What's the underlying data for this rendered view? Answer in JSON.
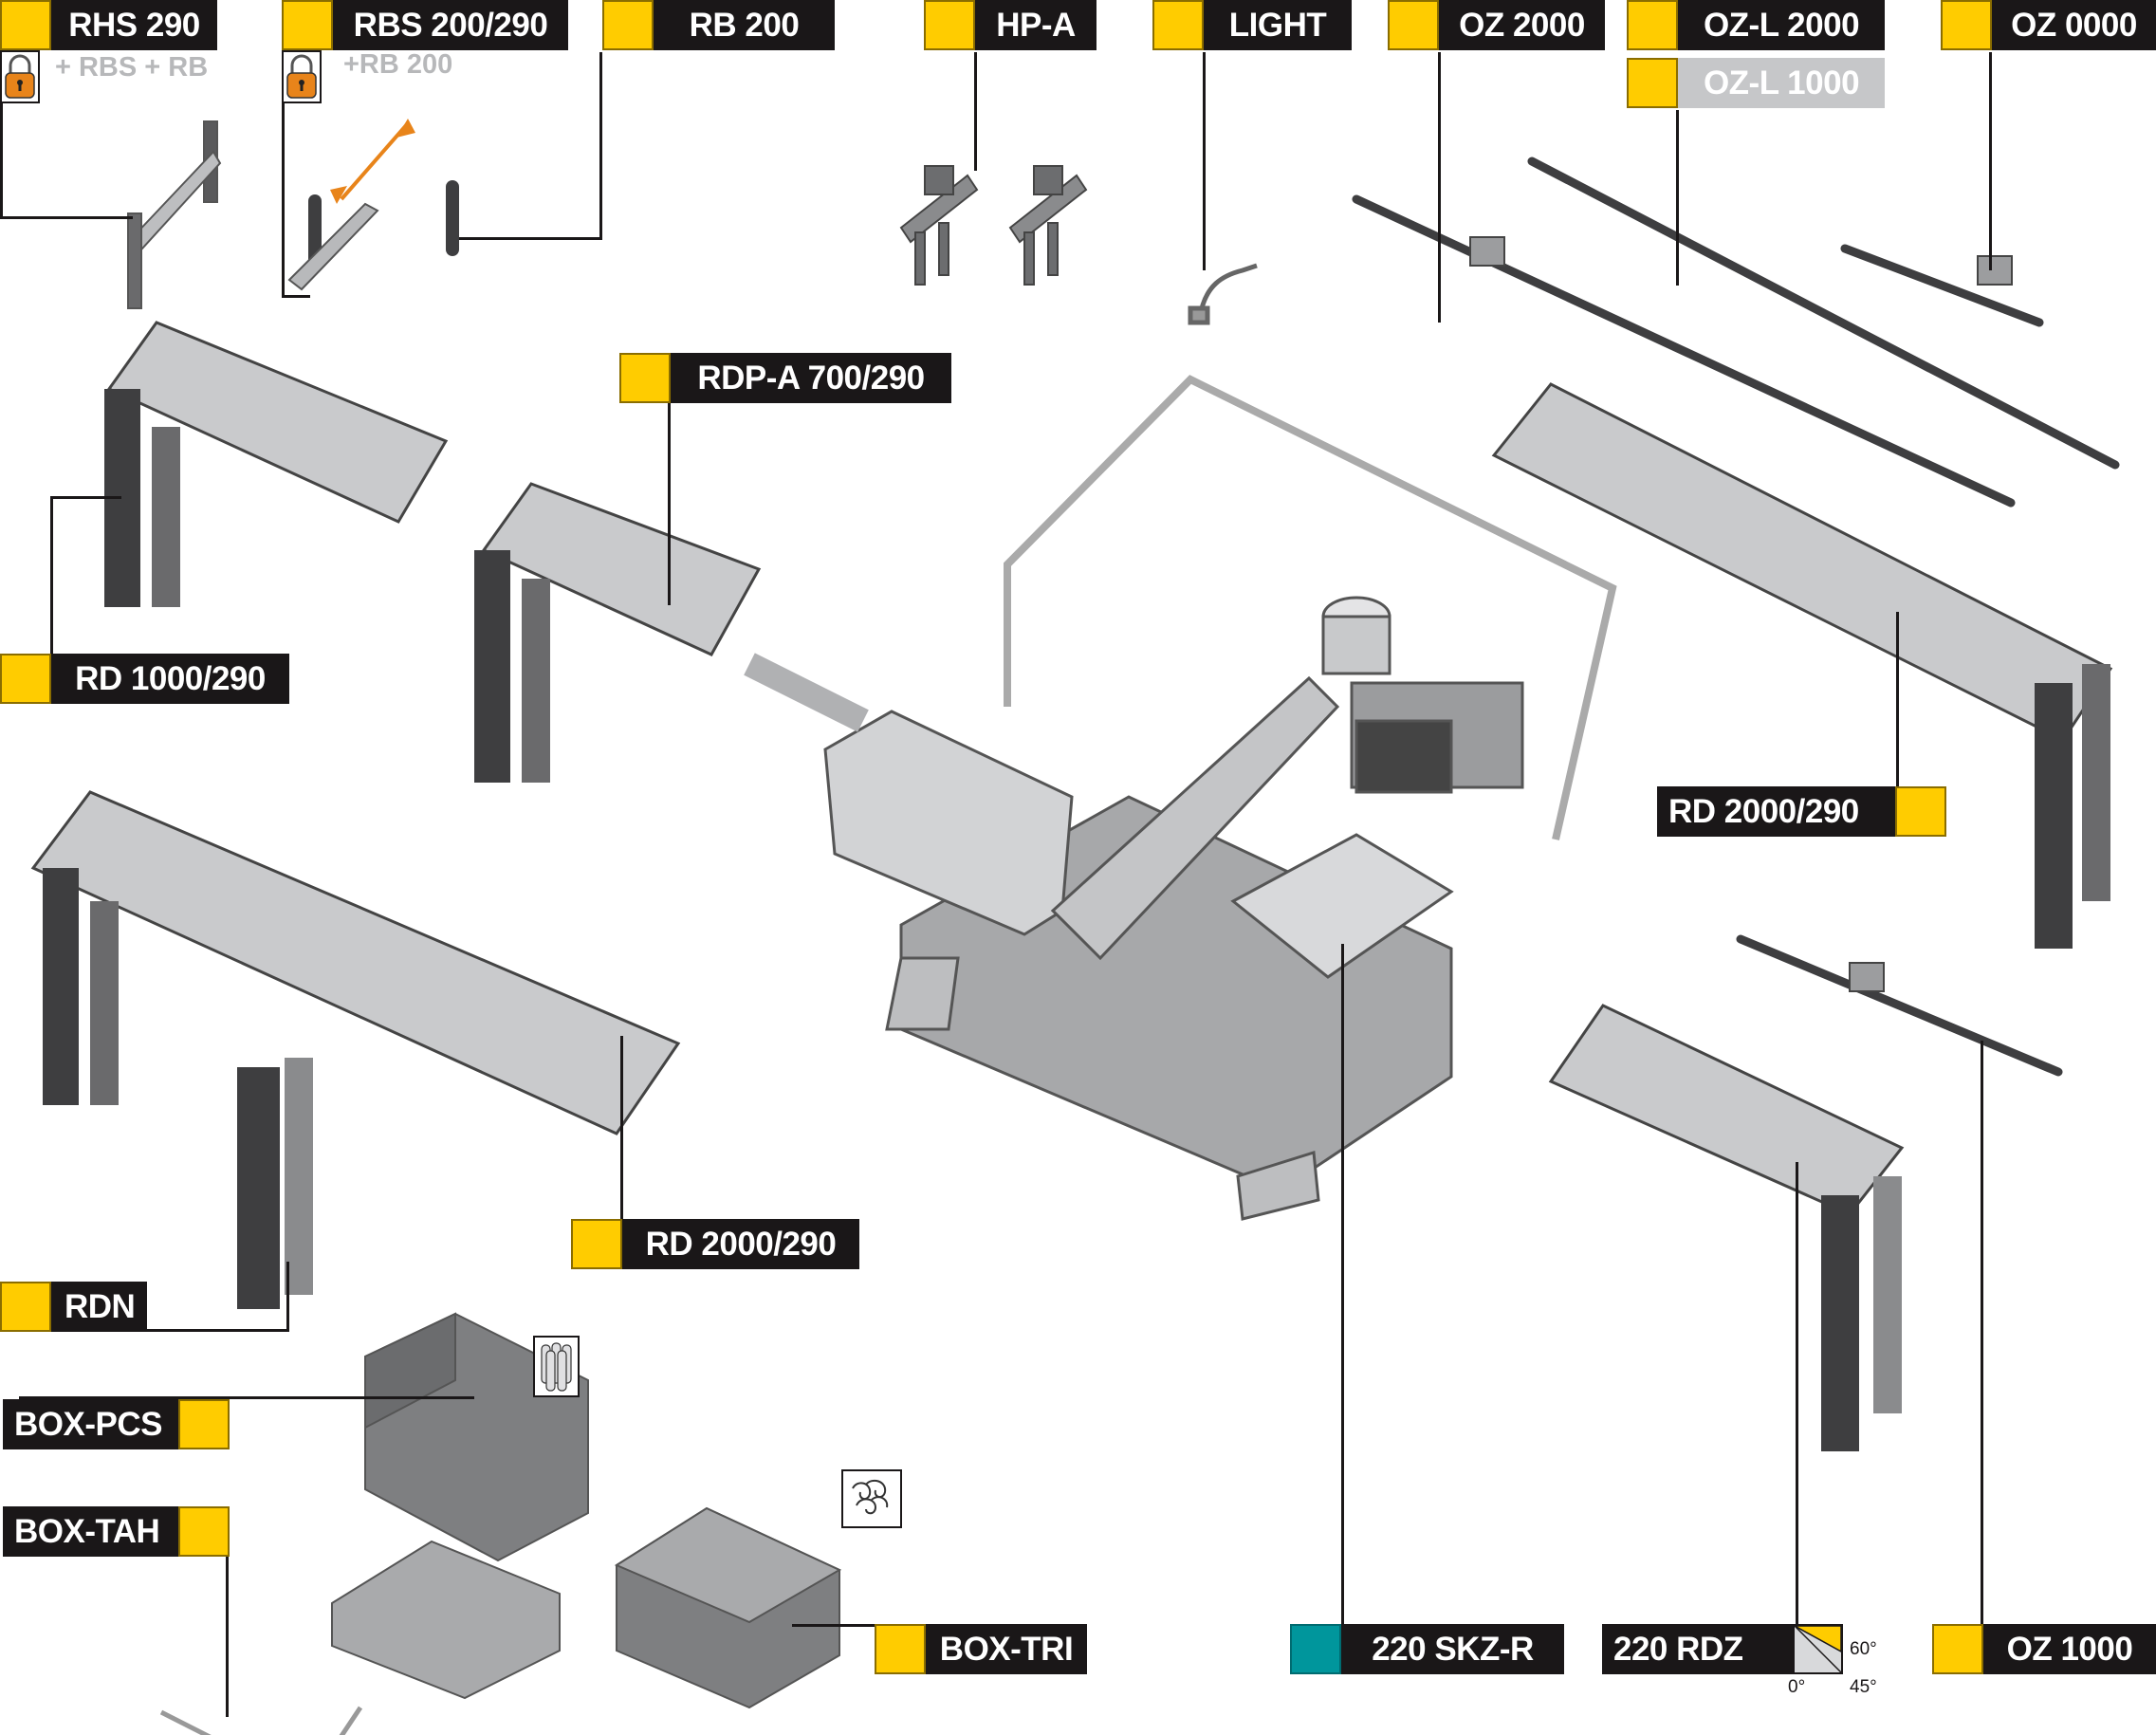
{
  "diagram": {
    "title": "Bandsaw accessories overview",
    "colors": {
      "label_bg": "#1a1718",
      "accent_yellow": "#ffcc00",
      "accent_teal": "#00969c",
      "ghost_label": "#c6c7c9",
      "lock_orange": "#e8841a",
      "arrow_orange": "#e8841a"
    }
  },
  "labels": {
    "rhs290": {
      "text": "RHS 290",
      "note": "+ RBS + RB",
      "icon": "padlock-icon"
    },
    "rbs200": {
      "text": "RBS 200/290",
      "note": "+RB 200",
      "icon": "padlock-icon"
    },
    "rb200": {
      "text": "RB 200"
    },
    "hpa": {
      "text": "HP-A"
    },
    "light": {
      "text": "LIGHT"
    },
    "oz2000": {
      "text": "OZ 2000"
    },
    "ozl2000": {
      "text": "OZ-L 2000"
    },
    "ozl1000": {
      "text": "OZ-L 1000"
    },
    "oz0000": {
      "text": "OZ 0000"
    },
    "rdpa700": {
      "text": "RDP-A 700/290"
    },
    "rd1000": {
      "text": "RD 1000/290"
    },
    "rd2000_right": {
      "text": "RD 2000/290"
    },
    "rd2000_left": {
      "text": "RD 2000/290"
    },
    "rdn": {
      "text": "RDN"
    },
    "boxpcs": {
      "text": "BOX-PCS",
      "icon": "bar-pieces-icon"
    },
    "boxtah": {
      "text": "BOX-TAH"
    },
    "boxtri": {
      "text": "BOX-TRI",
      "icon": "chips-swarf-icon"
    },
    "skzr": {
      "text": "220 SKZ-R"
    },
    "rdz": {
      "text": "220 RDZ",
      "icon": "cutting-angle-icon",
      "angles": {
        "a0": "0°",
        "a45": "45°",
        "a60": "60°"
      }
    },
    "oz1000": {
      "text": "OZ 1000"
    }
  }
}
